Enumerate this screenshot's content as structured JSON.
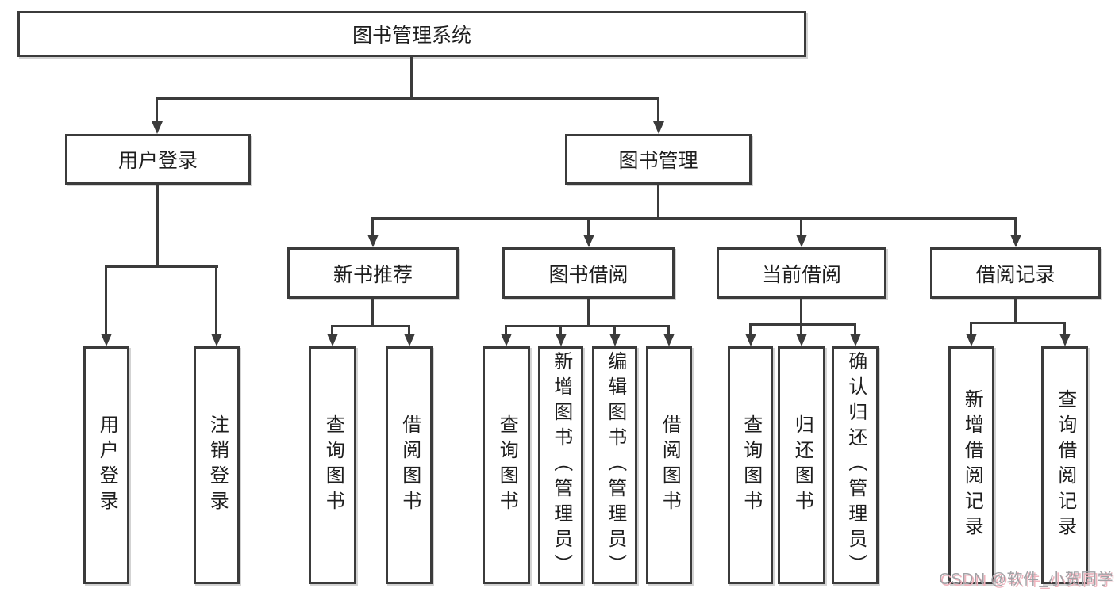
{
  "diagram": {
    "root": {
      "label": "图书管理系统"
    },
    "level2": [
      {
        "label": "用户登录"
      },
      {
        "label": "图书管理"
      }
    ],
    "level3": [
      {
        "label": "新书推荐"
      },
      {
        "label": "图书借阅"
      },
      {
        "label": "当前借阅"
      },
      {
        "label": "借阅记录"
      }
    ],
    "leaves": {
      "user_login": [
        {
          "label": "用户登录"
        },
        {
          "label": "注销登录"
        }
      ],
      "new_book": [
        {
          "label": "查询图书"
        },
        {
          "label": "借阅图书"
        }
      ],
      "book_borrow": [
        {
          "label": "查询图书"
        },
        {
          "label": "新增图书（管理员）"
        },
        {
          "label": "编辑图书（管理员）"
        },
        {
          "label": "借阅图书"
        }
      ],
      "current_borrow": [
        {
          "label": "查询图书"
        },
        {
          "label": "归还图书"
        },
        {
          "label": "确认归还（管理员）"
        }
      ],
      "borrow_records": [
        {
          "label": "新增借阅记录"
        },
        {
          "label": "查询借阅记录"
        }
      ]
    }
  },
  "watermark": {
    "text": "CSDN @软件_小贺同学"
  },
  "colors": {
    "background": "#ffffff",
    "line": "#3b3b3b",
    "box_border": "#3b3b3b",
    "text": "#1e1e1e",
    "watermark_gray": "#a2a2a6",
    "watermark_pink": "#efb3bd"
  }
}
